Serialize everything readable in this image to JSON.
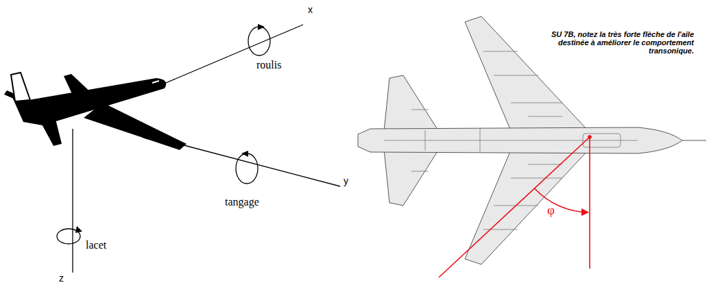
{
  "diagram": {
    "labels": [
      "x",
      "roulis",
      "y",
      "tangage",
      "z",
      "lacet",
      "SU 7B, notez la très forte flèche de l'aile destinée à améliorer le comportement transonique.",
      "φ"
    ]
  }
}
